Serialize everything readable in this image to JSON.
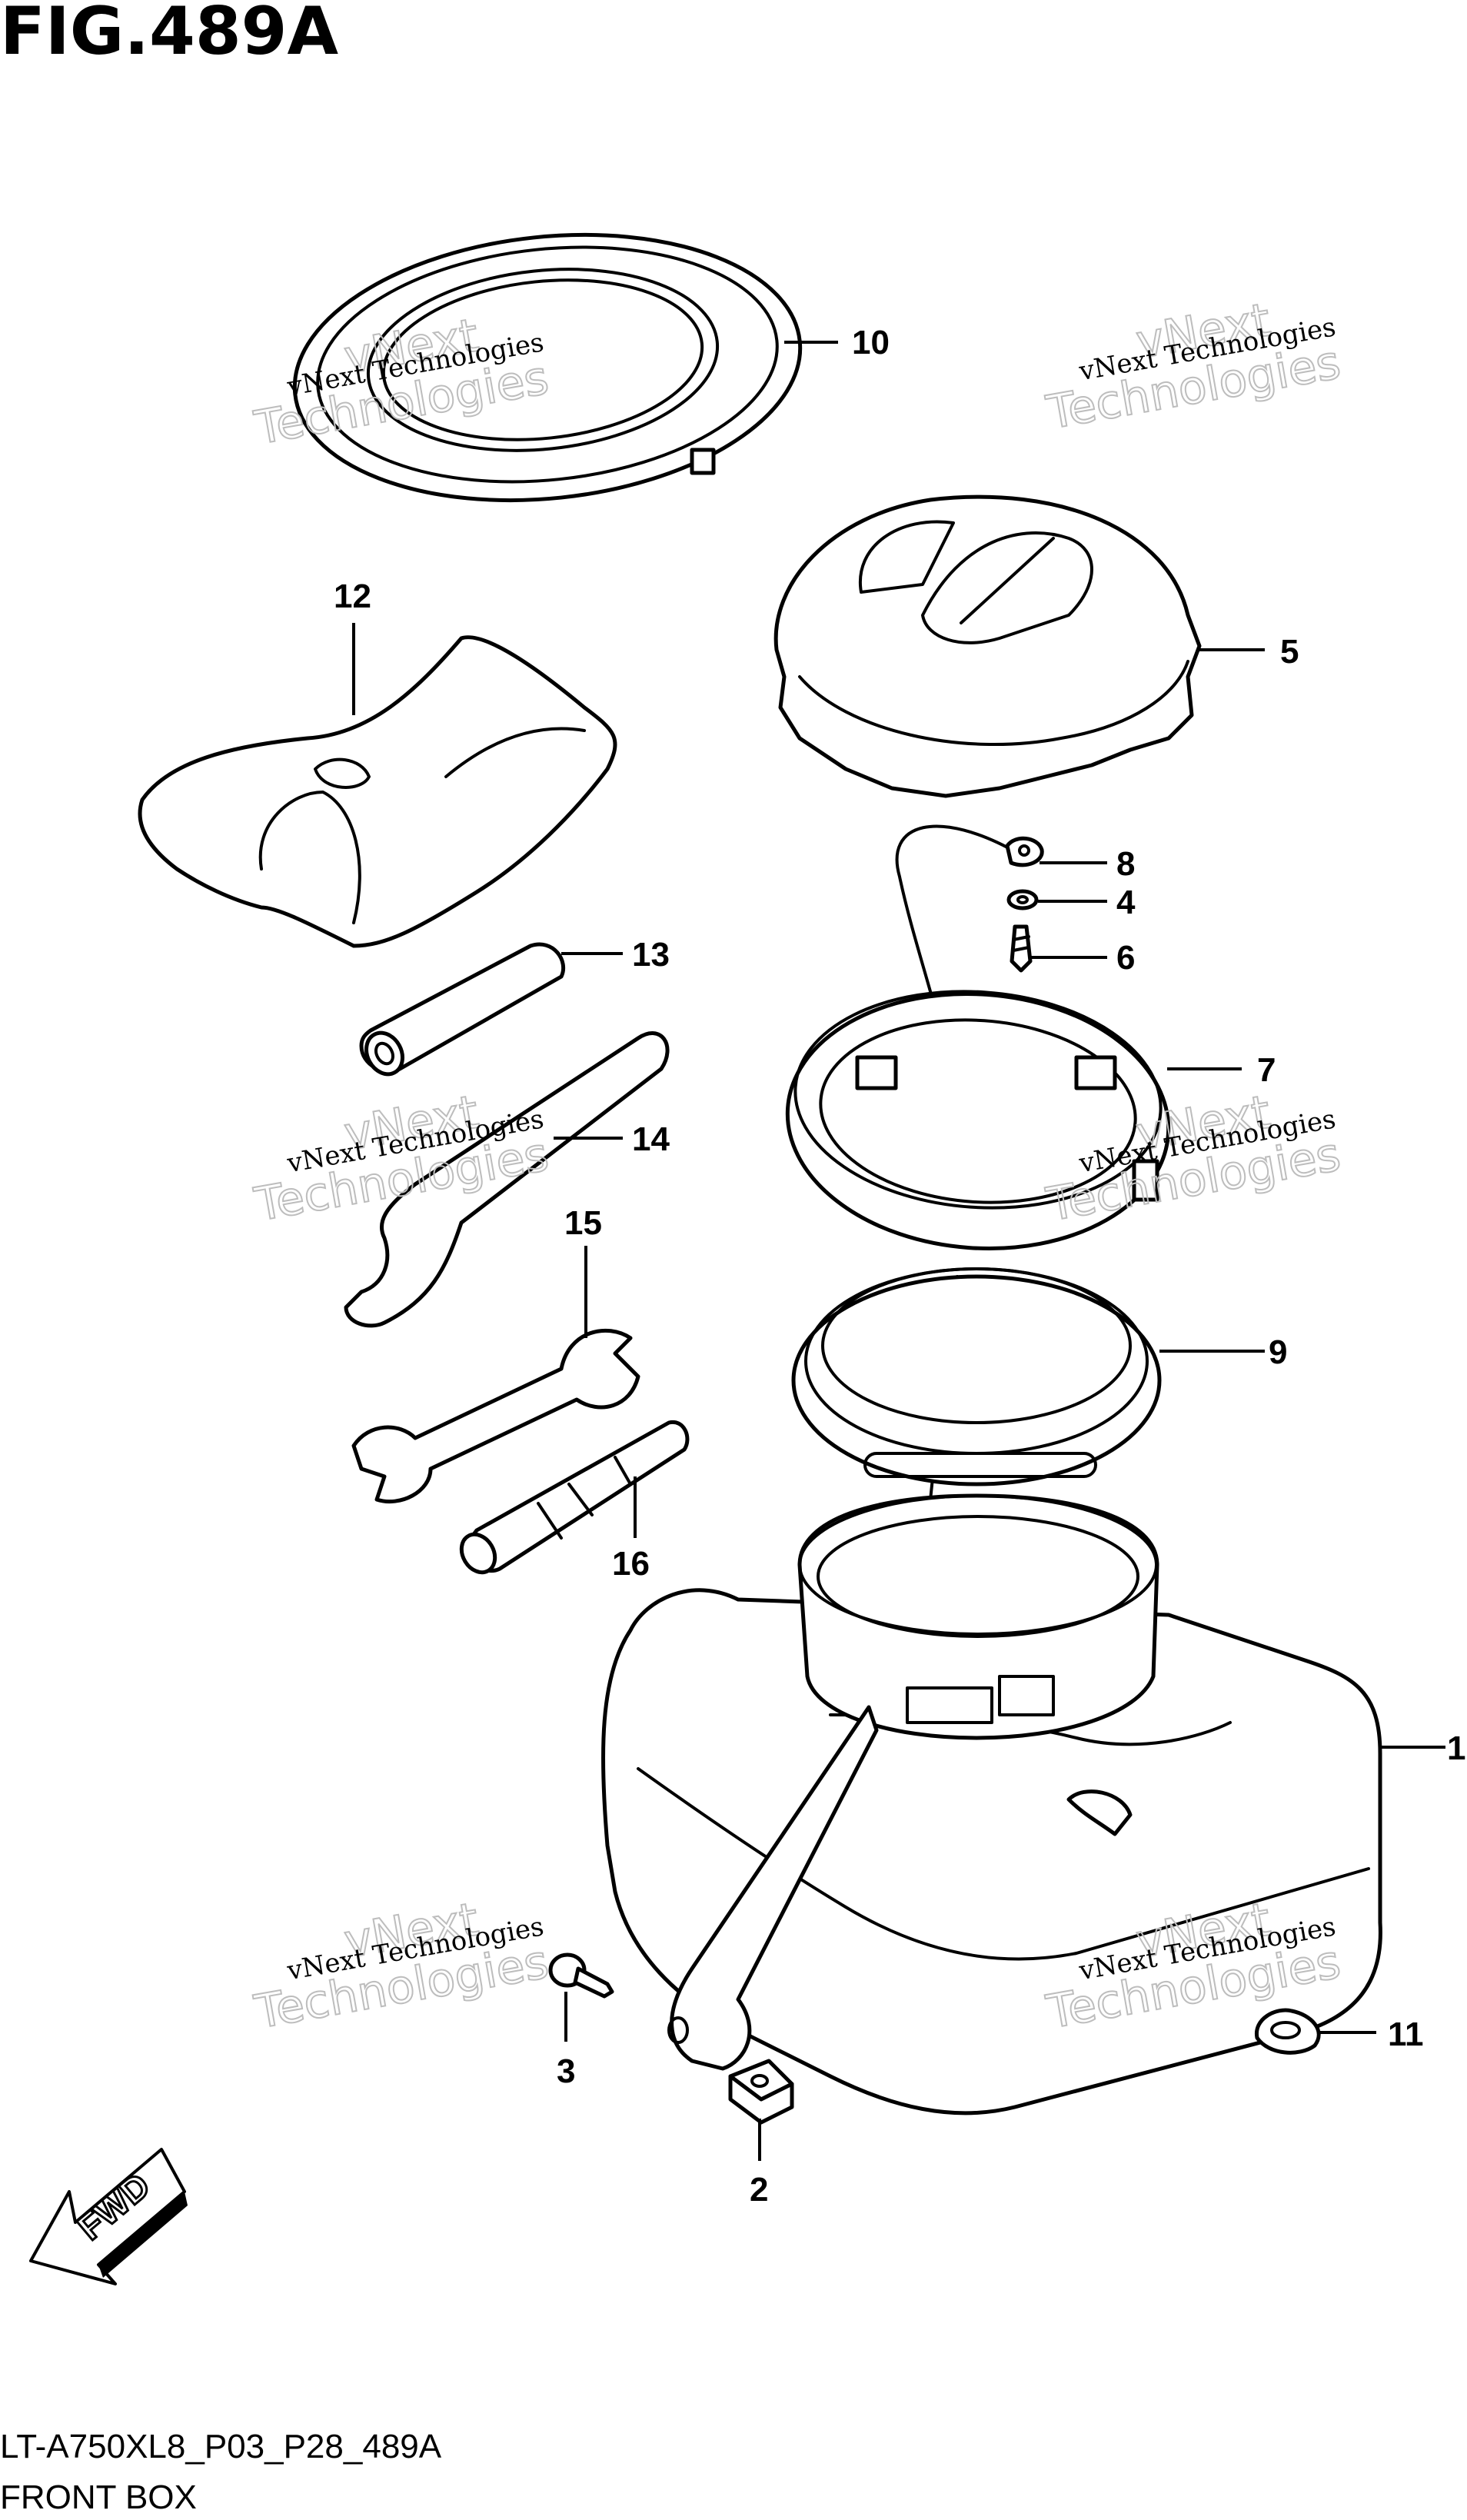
{
  "figure": {
    "title": "FIG.489A",
    "code": "LT-A750XL8_P03_P28_489A",
    "name": "FRONT BOX"
  },
  "watermark": {
    "line1": "vNext Technologies",
    "line2": "Technologies",
    "line3": "vNext"
  },
  "fwd_label": "FWD",
  "callouts": {
    "c1": "1",
    "c2": "2",
    "c3": "3",
    "c4": "4",
    "c5": "5",
    "c6": "6",
    "c7": "7",
    "c8": "8",
    "c9": "9",
    "c10": "10",
    "c11": "11",
    "c12": "12",
    "c13": "13",
    "c14": "14",
    "c15": "15",
    "c16": "16"
  }
}
